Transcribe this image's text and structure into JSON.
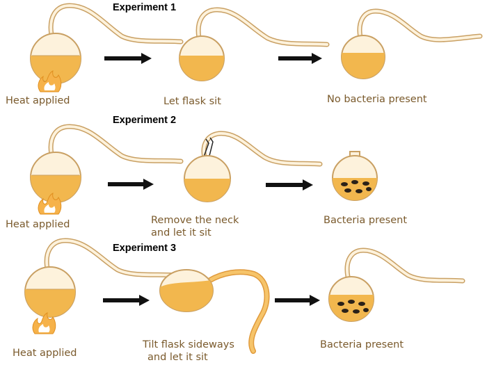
{
  "colors": {
    "liquid": "#f2b74e",
    "glass": "#fdf2dc",
    "glass_stroke": "#c9a063",
    "arrow": "#111111",
    "caption": "#7a5a2c",
    "flame": "#f6b24a",
    "bacteria": "#2a2118"
  },
  "experiments": [
    {
      "title": "Experiment 1",
      "steps": [
        "Heat applied",
        "Let flask sit",
        "No bacteria present"
      ]
    },
    {
      "title": "Experiment 2",
      "steps": [
        "Heat applied",
        "Remove the neck",
        "and let it sit",
        "Bacteria present"
      ]
    },
    {
      "title": "Experiment 3",
      "steps": [
        "Heat applied",
        "Tilt flask sideways",
        "and let it sit",
        "Bacteria present"
      ]
    }
  ]
}
